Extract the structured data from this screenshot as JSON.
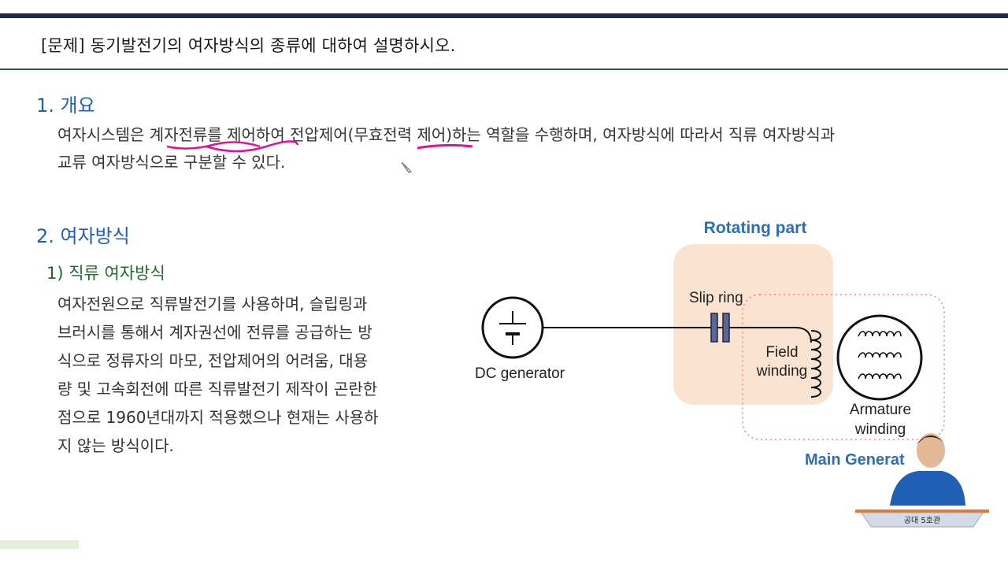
{
  "header": {
    "title": "[문제] 동기발전기의 여자방식의 종류에 대하여 설명하시오."
  },
  "section1": {
    "title": "1. 개요",
    "lines": [
      "여자시스템은 계자전류를 제어하여 전압제어(무효전력 제어)하는 역할을 수행하며, 여자방식에 따라서 직류 여자방식과",
      "교류 여자방식으로 구분할 수 있다."
    ]
  },
  "section2": {
    "title": "2. 여자방식",
    "sub1": {
      "title": "1) 직류 여자방식",
      "lines": [
        "여자전원으로 직류발전기를 사용하며, 슬립링과",
        "브러시를 통해서 계자권선에 전류를 공급하는 방",
        "식으로 정류자의 마모, 전압제어의 어려움, 대용",
        "량 및 고속회전에 따른 직류발전기 제작이 곤란한",
        "점으로 1960년대까지 적용했으나 현재는 사용하",
        "지 않는 방식이다."
      ]
    }
  },
  "diagram": {
    "rotating_part": "Rotating part",
    "slip_ring": "Slip ring",
    "dc_generator": "DC generator",
    "field_winding": [
      "Field",
      "winding"
    ],
    "armature_winding": [
      "Armature",
      "winding"
    ],
    "main_generator": "Main Generat",
    "colors": {
      "blue_label": "#2c6fb5",
      "rotating_fill": "#fbe3d2",
      "dotted": "#f08a8a",
      "slip_ring": "#5a6796"
    }
  },
  "presenter": {
    "caption": "공대 5호관"
  }
}
